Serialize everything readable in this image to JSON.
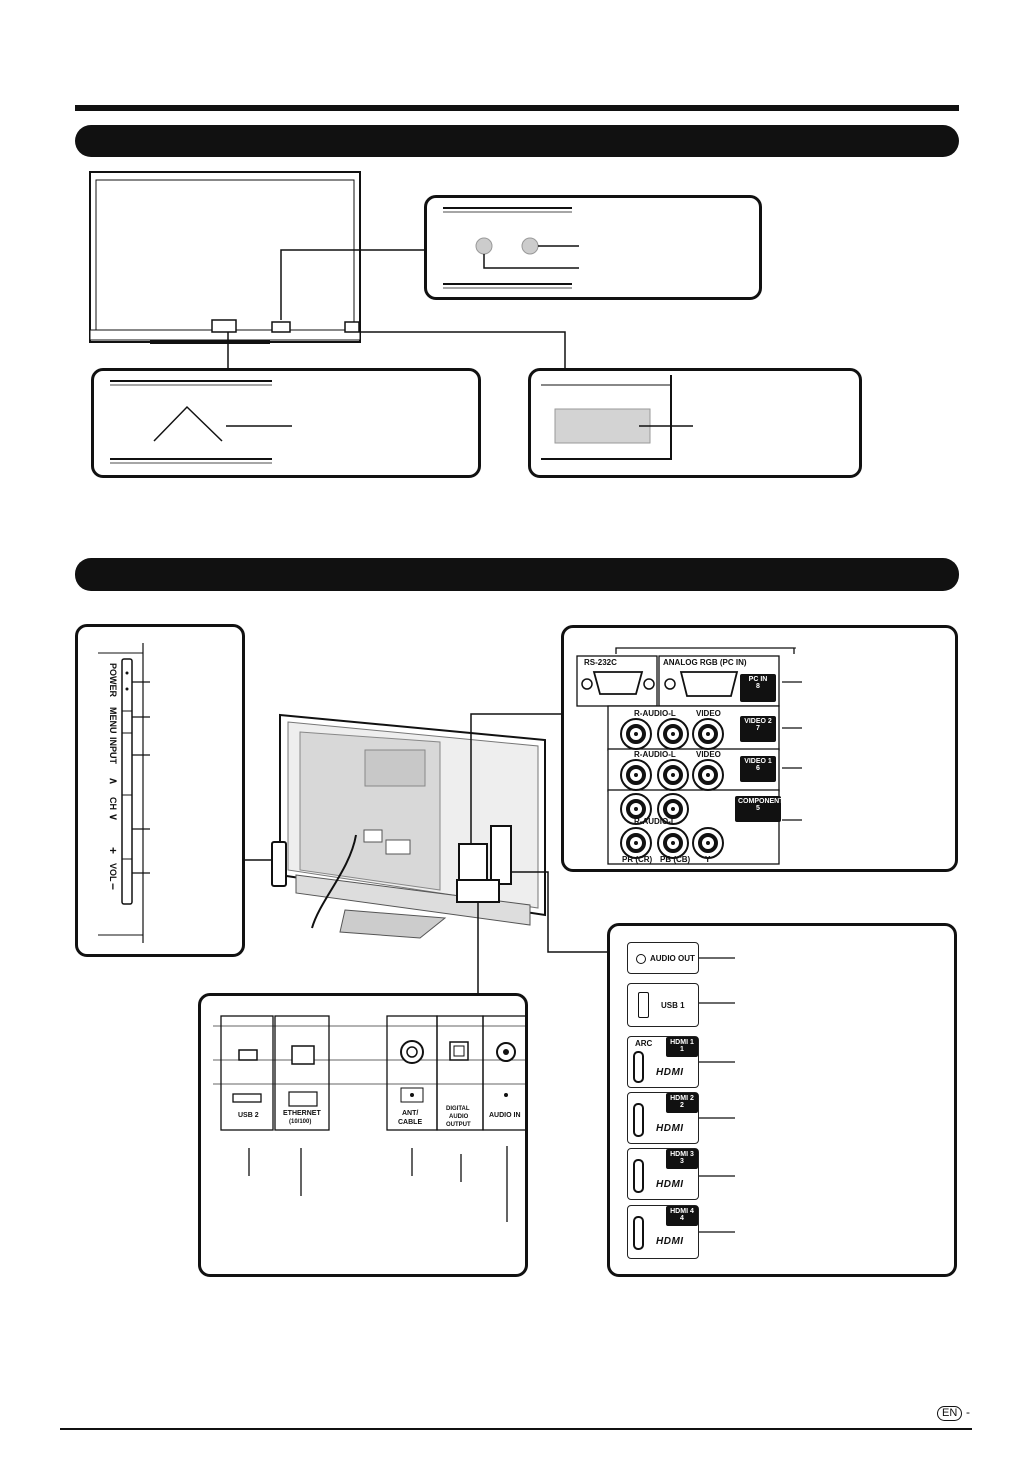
{
  "side_buttons": {
    "power": "POWER",
    "menu": "MENU",
    "input": "INPUT",
    "ch": "CH",
    "vol": "VOL",
    "ch_up": "∧",
    "ch_down": "∨",
    "vol_plus": "+",
    "vol_minus": "−"
  },
  "pc_panel": {
    "rs232c": "RS-232C",
    "analog_rgb": "ANALOG RGB (PC IN)",
    "pc_in": "PC IN",
    "pc_in_num": "8",
    "audio_rl_1": "R-AUDIO-L",
    "video_label_1": "VIDEO",
    "video2": "VIDEO 2",
    "video2_num": "7",
    "audio_rl_2": "R-AUDIO-L",
    "video_label_2": "VIDEO",
    "video1": "VIDEO 1",
    "video1_num": "6",
    "component": "COMPONENT",
    "component_num": "5",
    "audio_rl_3": "R-AUDIO-L",
    "pr": "PR (CR)",
    "pb": "PB (CB)",
    "y": "Y"
  },
  "side_panel": {
    "audio_out": "AUDIO OUT",
    "usb1": "USB 1",
    "arc": "ARC",
    "hdmi_logo": "HDMI",
    "hdmi1": "HDMI 1",
    "hdmi1_num": "1",
    "hdmi2": "HDMI 2",
    "hdmi2_num": "2",
    "hdmi3": "HDMI 3",
    "hdmi3_num": "3",
    "hdmi4": "HDMI 4",
    "hdmi4_num": "4"
  },
  "bottom_panel": {
    "usb2": "USB 2",
    "ethernet": "ETHERNET",
    "ethernet_speed": "(10/100)",
    "ant_cable_1": "ANT/",
    "ant_cable_2": "CABLE",
    "digital_1": "DIGITAL",
    "digital_2": "AUDIO",
    "digital_3": "OUTPUT",
    "audio_in": "AUDIO IN"
  },
  "footer": {
    "lang_badge": "EN",
    "page_dash": "-"
  }
}
